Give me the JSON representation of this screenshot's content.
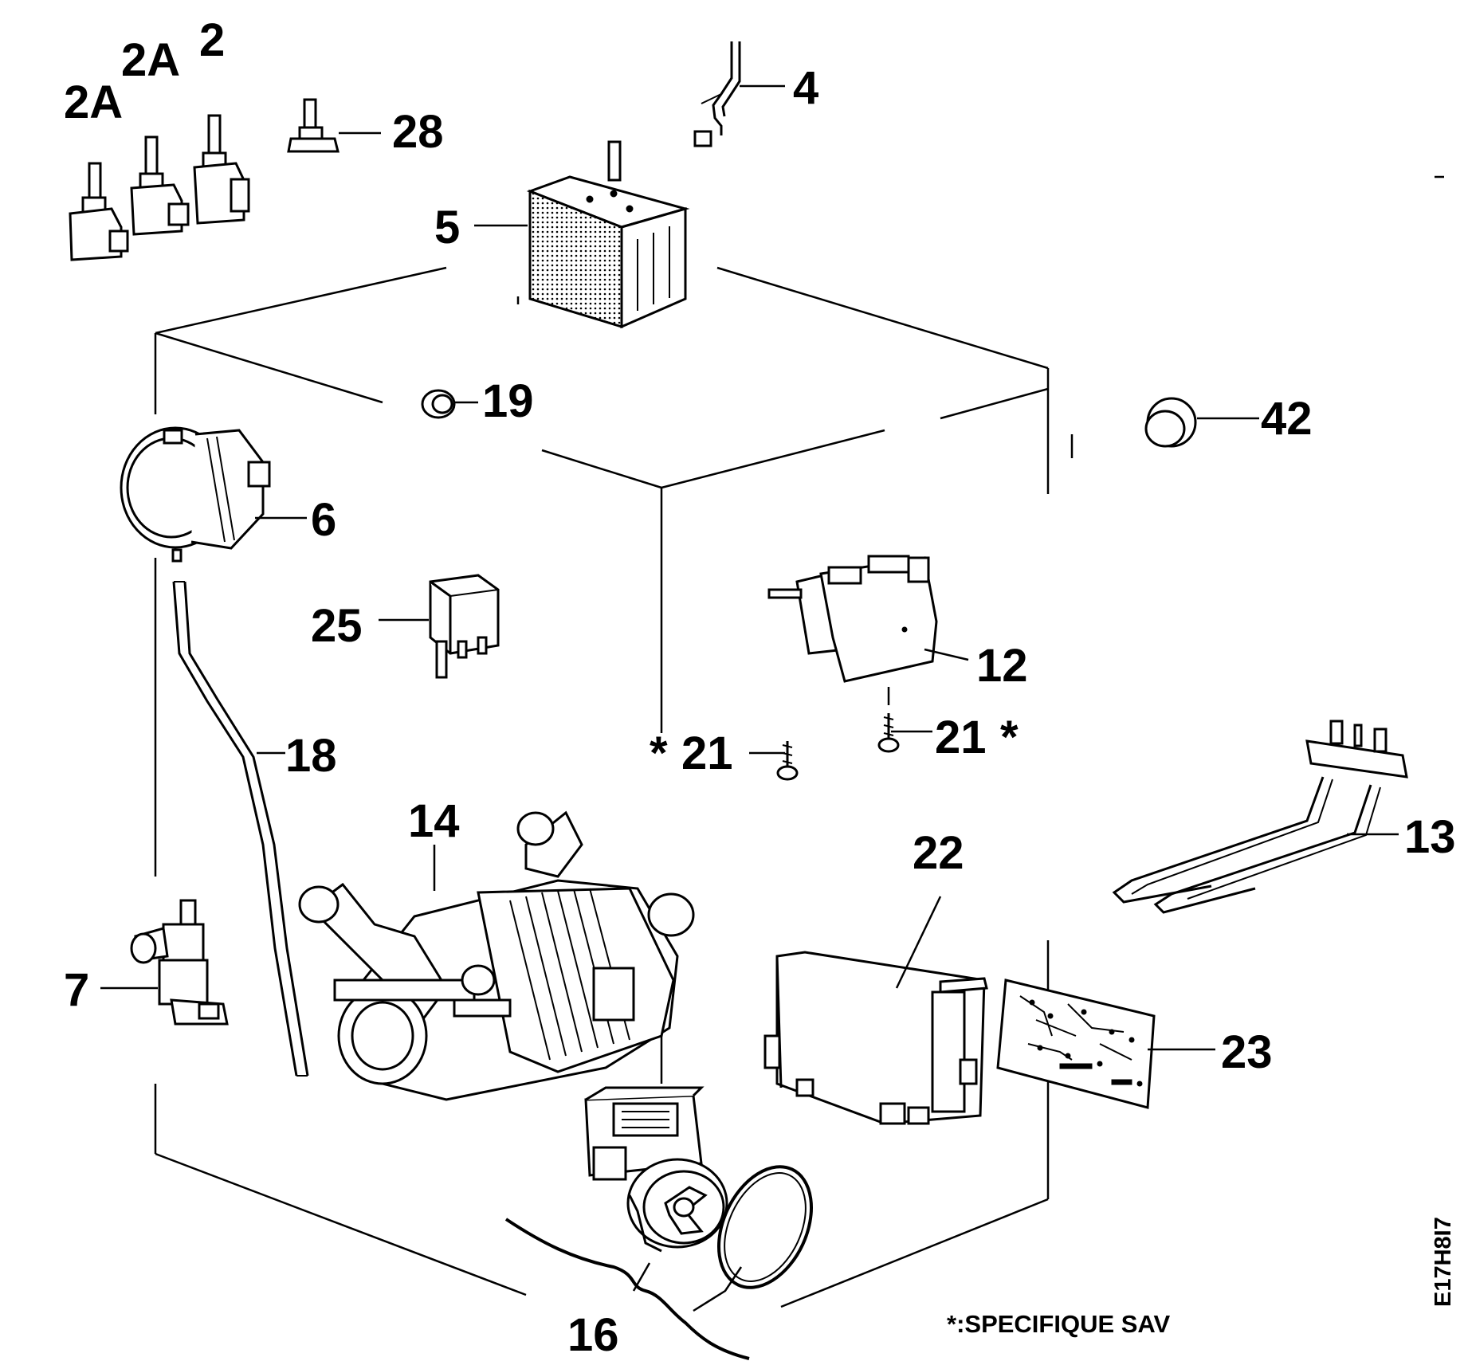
{
  "diagram": {
    "labels": {
      "l2A_left": "2A",
      "l2A_mid": "2A",
      "l2": "2",
      "l28": "28",
      "l4": "4",
      "l5": "5",
      "l19": "19",
      "l42": "42",
      "l6": "6",
      "l25": "25",
      "l12": "12",
      "l18": "18",
      "l21_left": "21",
      "l21_right": "21",
      "l14": "14",
      "l13": "13",
      "l22": "22",
      "l7": "7",
      "l23": "23",
      "l16": "16"
    },
    "asterisk": "*",
    "footnote": "*:SPECIFIQUE SAV",
    "drawing_code": "E17H8I7"
  }
}
